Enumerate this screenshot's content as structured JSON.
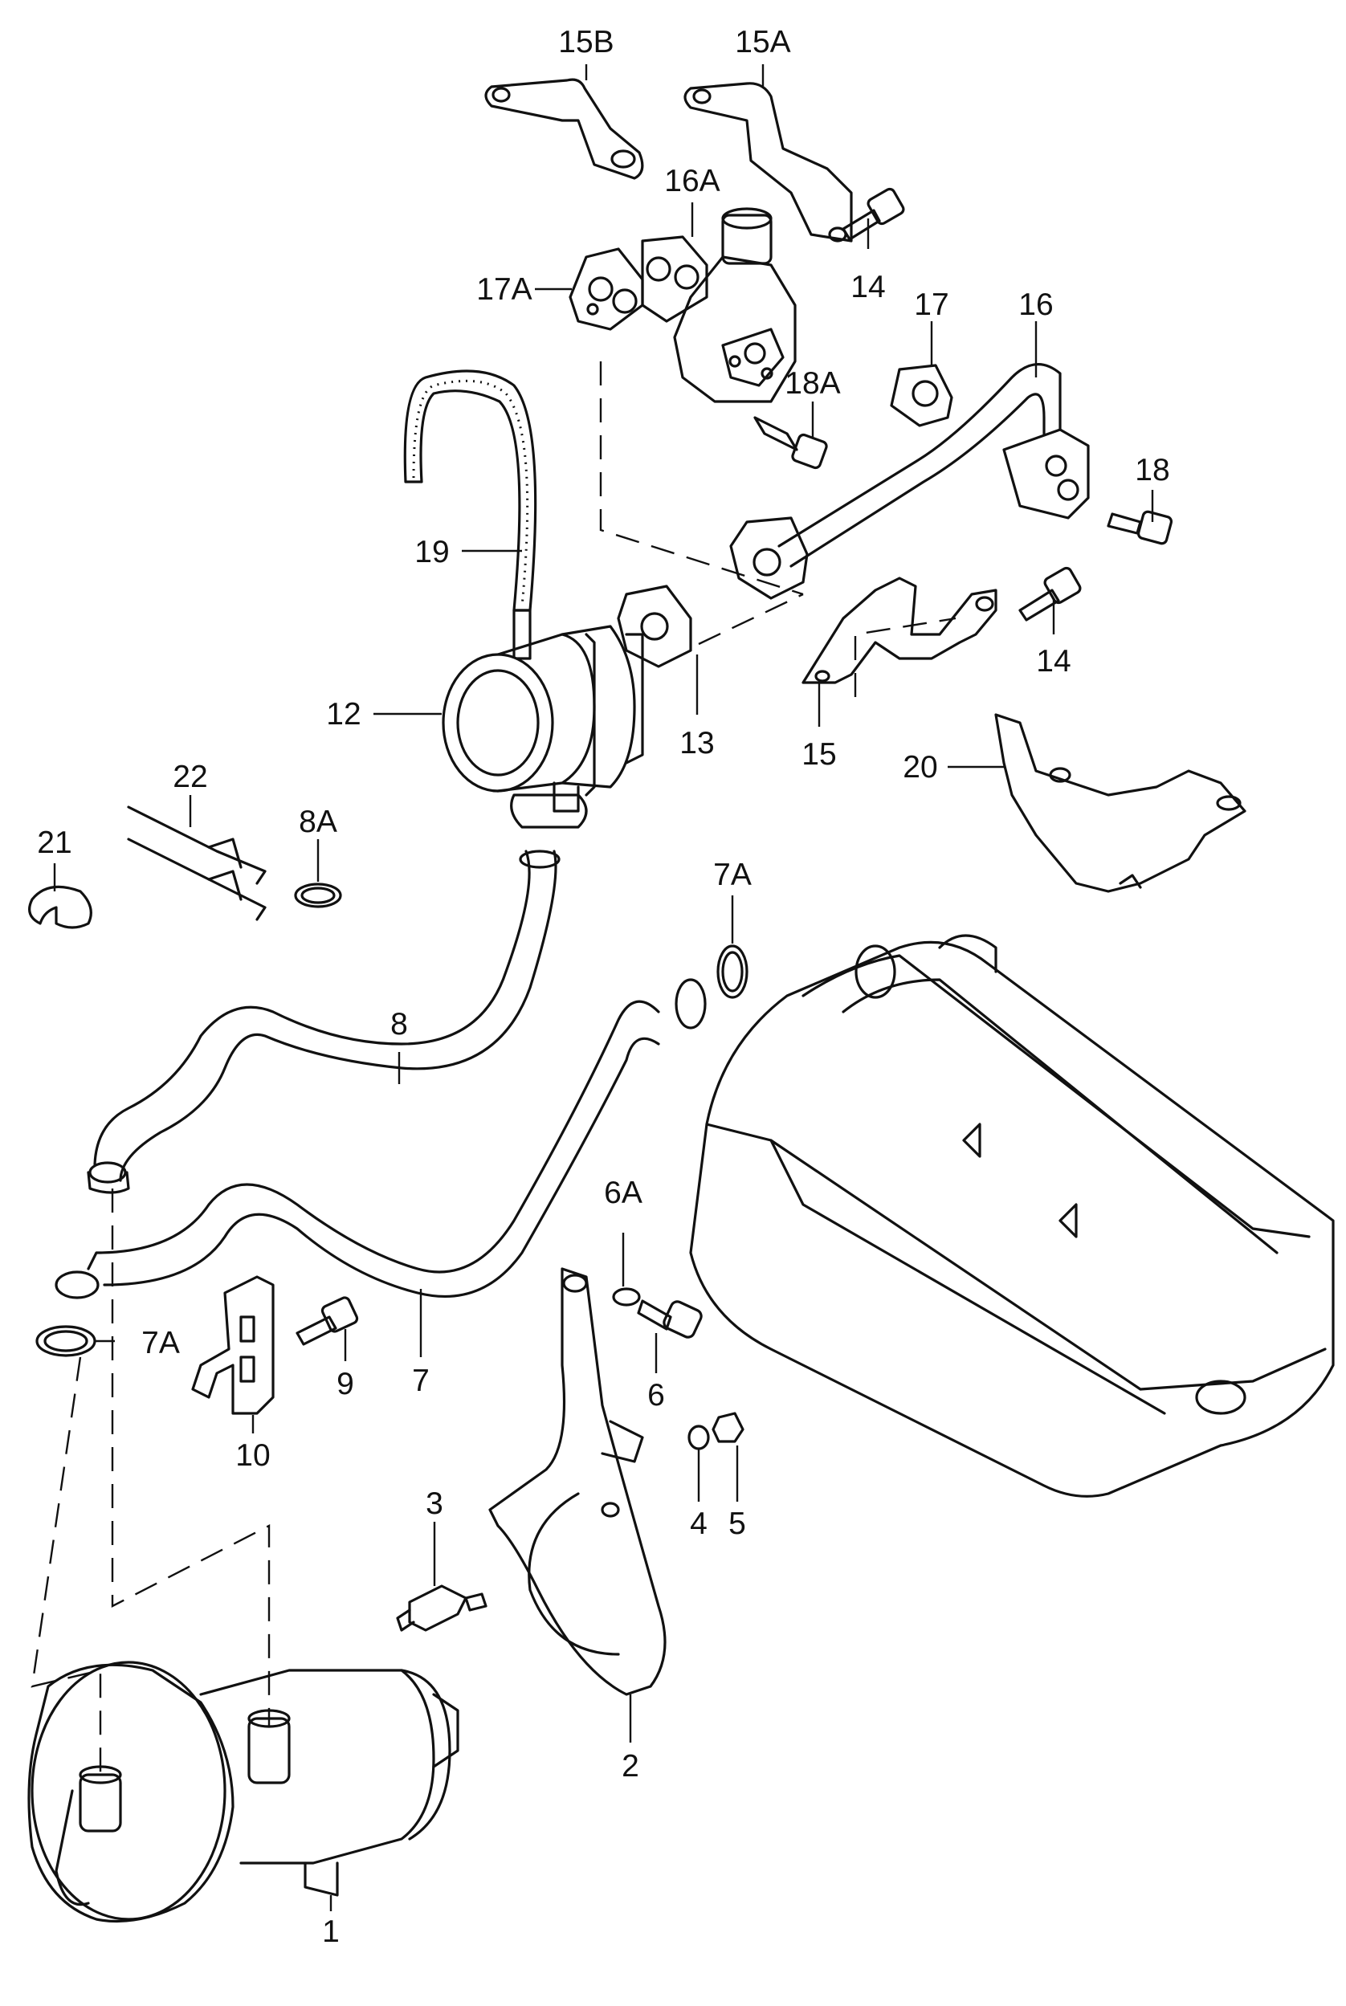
{
  "diagram": {
    "callouts": [
      {
        "id": "c1",
        "label": "1"
      },
      {
        "id": "c2",
        "label": "2"
      },
      {
        "id": "c3",
        "label": "3"
      },
      {
        "id": "c4",
        "label": "4"
      },
      {
        "id": "c5",
        "label": "5"
      },
      {
        "id": "c6",
        "label": "6"
      },
      {
        "id": "c6a",
        "label": "6A"
      },
      {
        "id": "c7",
        "label": "7"
      },
      {
        "id": "c7a1",
        "label": "7A"
      },
      {
        "id": "c7a2",
        "label": "7A"
      },
      {
        "id": "c8",
        "label": "8"
      },
      {
        "id": "c8a",
        "label": "8A"
      },
      {
        "id": "c9",
        "label": "9"
      },
      {
        "id": "c10",
        "label": "10"
      },
      {
        "id": "c12",
        "label": "12"
      },
      {
        "id": "c13",
        "label": "13"
      },
      {
        "id": "c14a",
        "label": "14"
      },
      {
        "id": "c14b",
        "label": "14"
      },
      {
        "id": "c15",
        "label": "15"
      },
      {
        "id": "c15a",
        "label": "15A"
      },
      {
        "id": "c15b",
        "label": "15B"
      },
      {
        "id": "c16",
        "label": "16"
      },
      {
        "id": "c16a",
        "label": "16A"
      },
      {
        "id": "c17",
        "label": "17"
      },
      {
        "id": "c17a",
        "label": "17A"
      },
      {
        "id": "c18",
        "label": "18"
      },
      {
        "id": "c18a",
        "label": "18A"
      },
      {
        "id": "c19",
        "label": "19"
      },
      {
        "id": "c20",
        "label": "20"
      },
      {
        "id": "c21",
        "label": "21"
      },
      {
        "id": "c22",
        "label": "22"
      }
    ]
  }
}
